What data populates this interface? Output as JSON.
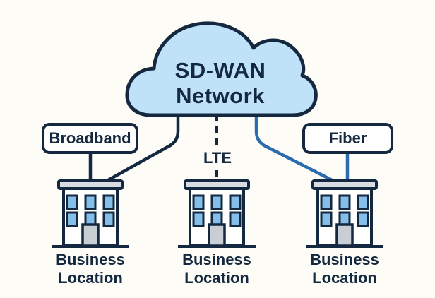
{
  "diagram": {
    "cloud": {
      "title": "SD-WAN\nNetwork"
    },
    "connections": [
      {
        "label": "Broadband",
        "presentation": "boxed-label",
        "line_style": "solid",
        "line_color": "#14283f"
      },
      {
        "label": "LTE",
        "presentation": "plain-label",
        "line_style": "dashed",
        "line_color": "#14283f"
      },
      {
        "label": "Fiber",
        "presentation": "boxed-label",
        "line_style": "solid",
        "line_color": "#2a6cae"
      }
    ],
    "locations": [
      {
        "label": "Business\nLocation"
      },
      {
        "label": "Business\nLocation"
      },
      {
        "label": "Business\nLocation"
      }
    ],
    "colors": {
      "background": "#fdfcf7",
      "outline_navy": "#14283f",
      "cloud_fill": "#bfe2f8",
      "fiber_blue": "#2a6cae",
      "window_blue": "#85bee9",
      "roof_gray": "#d9dde3",
      "door_gray": "#c9ced4",
      "label_box_fill": "#ffffff"
    }
  }
}
